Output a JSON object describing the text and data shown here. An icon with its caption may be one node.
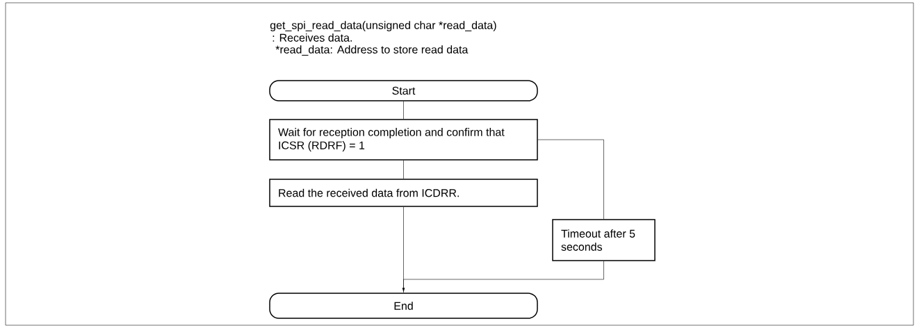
{
  "diagram": {
    "title": "get_spi_read_data(unsigned char *read_data)",
    "nodes": [
      {
        "text": [
          "Start"
        ]
      },
      {
        "text": [
          "Wait for reception completion and confirm that ICSR (RDRF) = 1"
        ]
      },
      {
        "text": [
          "Read the received data from ICDRR."
        ]
      },
      {
        "text": [
          "Timeout after 5 seconds"
        ]
      },
      {
        "text": [
          "End"
        ]
      }
    ],
    "edges": [
      {
        "from": 0,
        "to": 1,
        "arrow": "none"
      },
      {
        "from": 1,
        "to": 2,
        "arrow": "none"
      },
      {
        "from": 2,
        "to": 4,
        "arrow": "none"
      },
      {
        "from": 1,
        "to": 3,
        "arrow": "none"
      },
      {
        "from": 3,
        "to": 4,
        "arrow": "to"
      }
    ],
    "labels": [
      ": Receives data.",
      "*read_data: Address to store read data"
    ]
  }
}
